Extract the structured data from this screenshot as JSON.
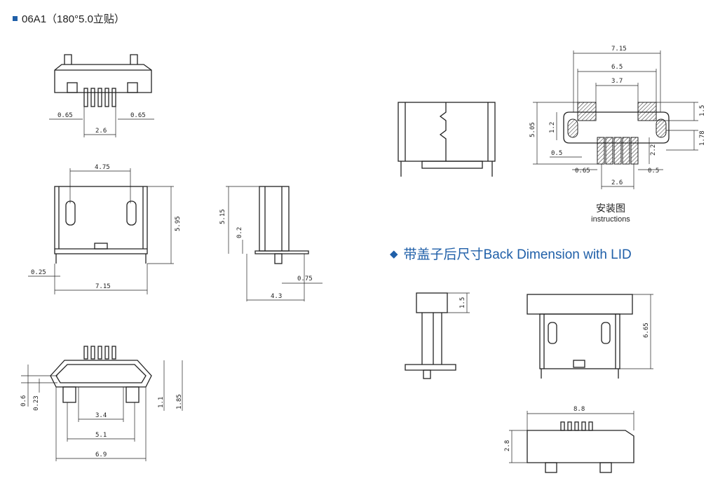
{
  "header": {
    "title": "06A1（180°5.0立贴）"
  },
  "lid_section": {
    "title": "带盖子后尺寸Back Dimension with LID"
  },
  "instructions": {
    "zh": "安装图",
    "en": "instructions"
  },
  "dims": {
    "top_left_065": "0.65",
    "top_right_065": "0.65",
    "top_26": "2.6",
    "front_475": "4.75",
    "front_595": "5.95",
    "front_025": "0.25",
    "front_715": "7.15",
    "side_515": "5.15",
    "side_02": "0.2",
    "side_075": "0.75",
    "side_43": "4.3",
    "bot_06": "0.6",
    "bot_023": "0.23",
    "bot_11": "1.1",
    "bot_185": "1.85",
    "bot_34": "3.4",
    "bot_51": "5.1",
    "bot_69": "6.9",
    "inst_715": "7.15",
    "inst_65": "6.5",
    "inst_37": "3.7",
    "inst_15": "1.5",
    "inst_505": "5.05",
    "inst_12": "1.2",
    "inst_178": "1.78",
    "inst_05a": "0.5",
    "inst_22": "2.2",
    "inst_065": "0.65",
    "inst_05b": "0.5",
    "inst_26": "2.6",
    "lid_15": "1.5",
    "lid_665": "6.65",
    "lid_88": "8.8",
    "lid_28": "2.8"
  }
}
